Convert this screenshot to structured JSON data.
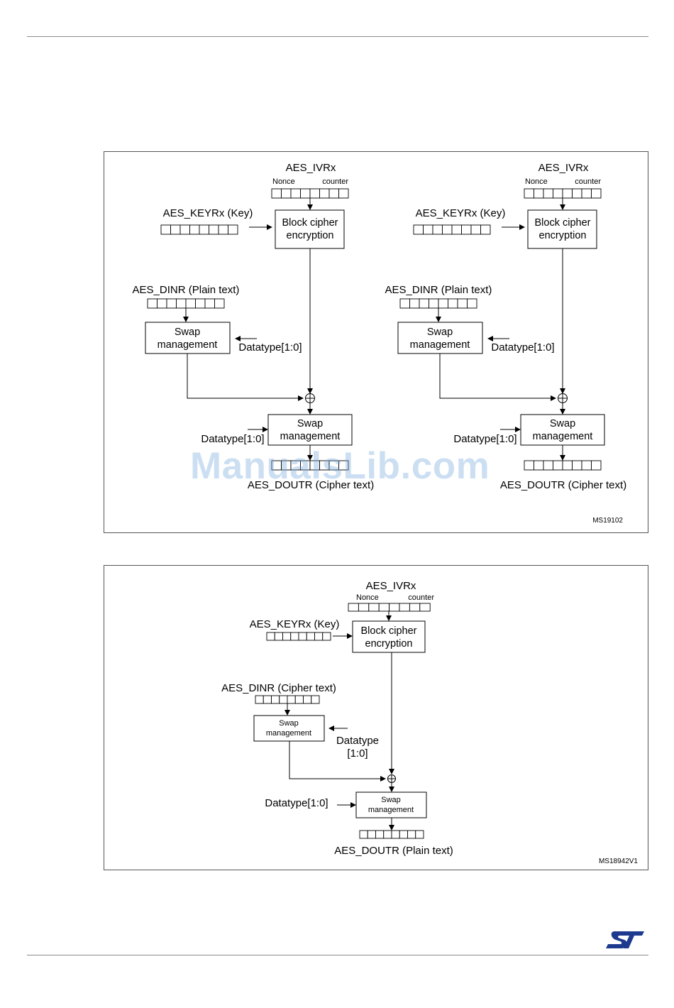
{
  "figure1": {
    "left_panel": {
      "ivr_label": "AES_IVRx",
      "nonce_label": "Nonce",
      "counter_label": "counter",
      "key_label": "AES_KEYRx (Key)",
      "block_cipher_line1": "Block cipher",
      "block_cipher_line2": "encryption",
      "dinr_label": "AES_DINR (Plain text)",
      "swap_in_line1": "Swap",
      "swap_in_line2": "management",
      "datatype_in": "Datatype[1:0]",
      "datatype_out": "Datatype[1:0]",
      "swap_out_line1": "Swap",
      "swap_out_line2": "management",
      "doutr_label": "AES_DOUTR (Cipher text)"
    },
    "right_panel": {
      "ivr_label": "AES_IVRx",
      "nonce_label": "Nonce",
      "counter_label": "counter",
      "key_label": "AES_KEYRx (Key)",
      "block_cipher_line1": "Block cipher",
      "block_cipher_line2": "encryption",
      "dinr_label": "AES_DINR (Plain text)",
      "swap_in_line1": "Swap",
      "swap_in_line2": "management",
      "datatype_in": "Datatype[1:0]",
      "datatype_out": "Datatype[1:0]",
      "swap_out_line1": "Swap",
      "swap_out_line2": "management",
      "doutr_label": "AES_DOUTR (Cipher text)"
    },
    "figure_id": "MS19102"
  },
  "figure2": {
    "ivr_label": "AES_IVRx",
    "nonce_label": "Nonce",
    "counter_label": "counter",
    "key_label": "AES_KEYRx (Key)",
    "block_cipher_line1": "Block cipher",
    "block_cipher_line2": "encryption",
    "dinr_label": "AES_DINR (Cipher text)",
    "swap_in_line1": "Swap",
    "swap_in_line2": "management",
    "datatype_in_line1": "Datatype",
    "datatype_in_line2": "[1:0]",
    "datatype_out": "Datatype[1:0]",
    "swap_out_line1": "Swap",
    "swap_out_line2": "management",
    "doutr_label": "AES_DOUTR (Plain text)",
    "figure_id": "MS18942V1"
  },
  "watermark": "ManualsLib.com",
  "logo": "st-logo"
}
